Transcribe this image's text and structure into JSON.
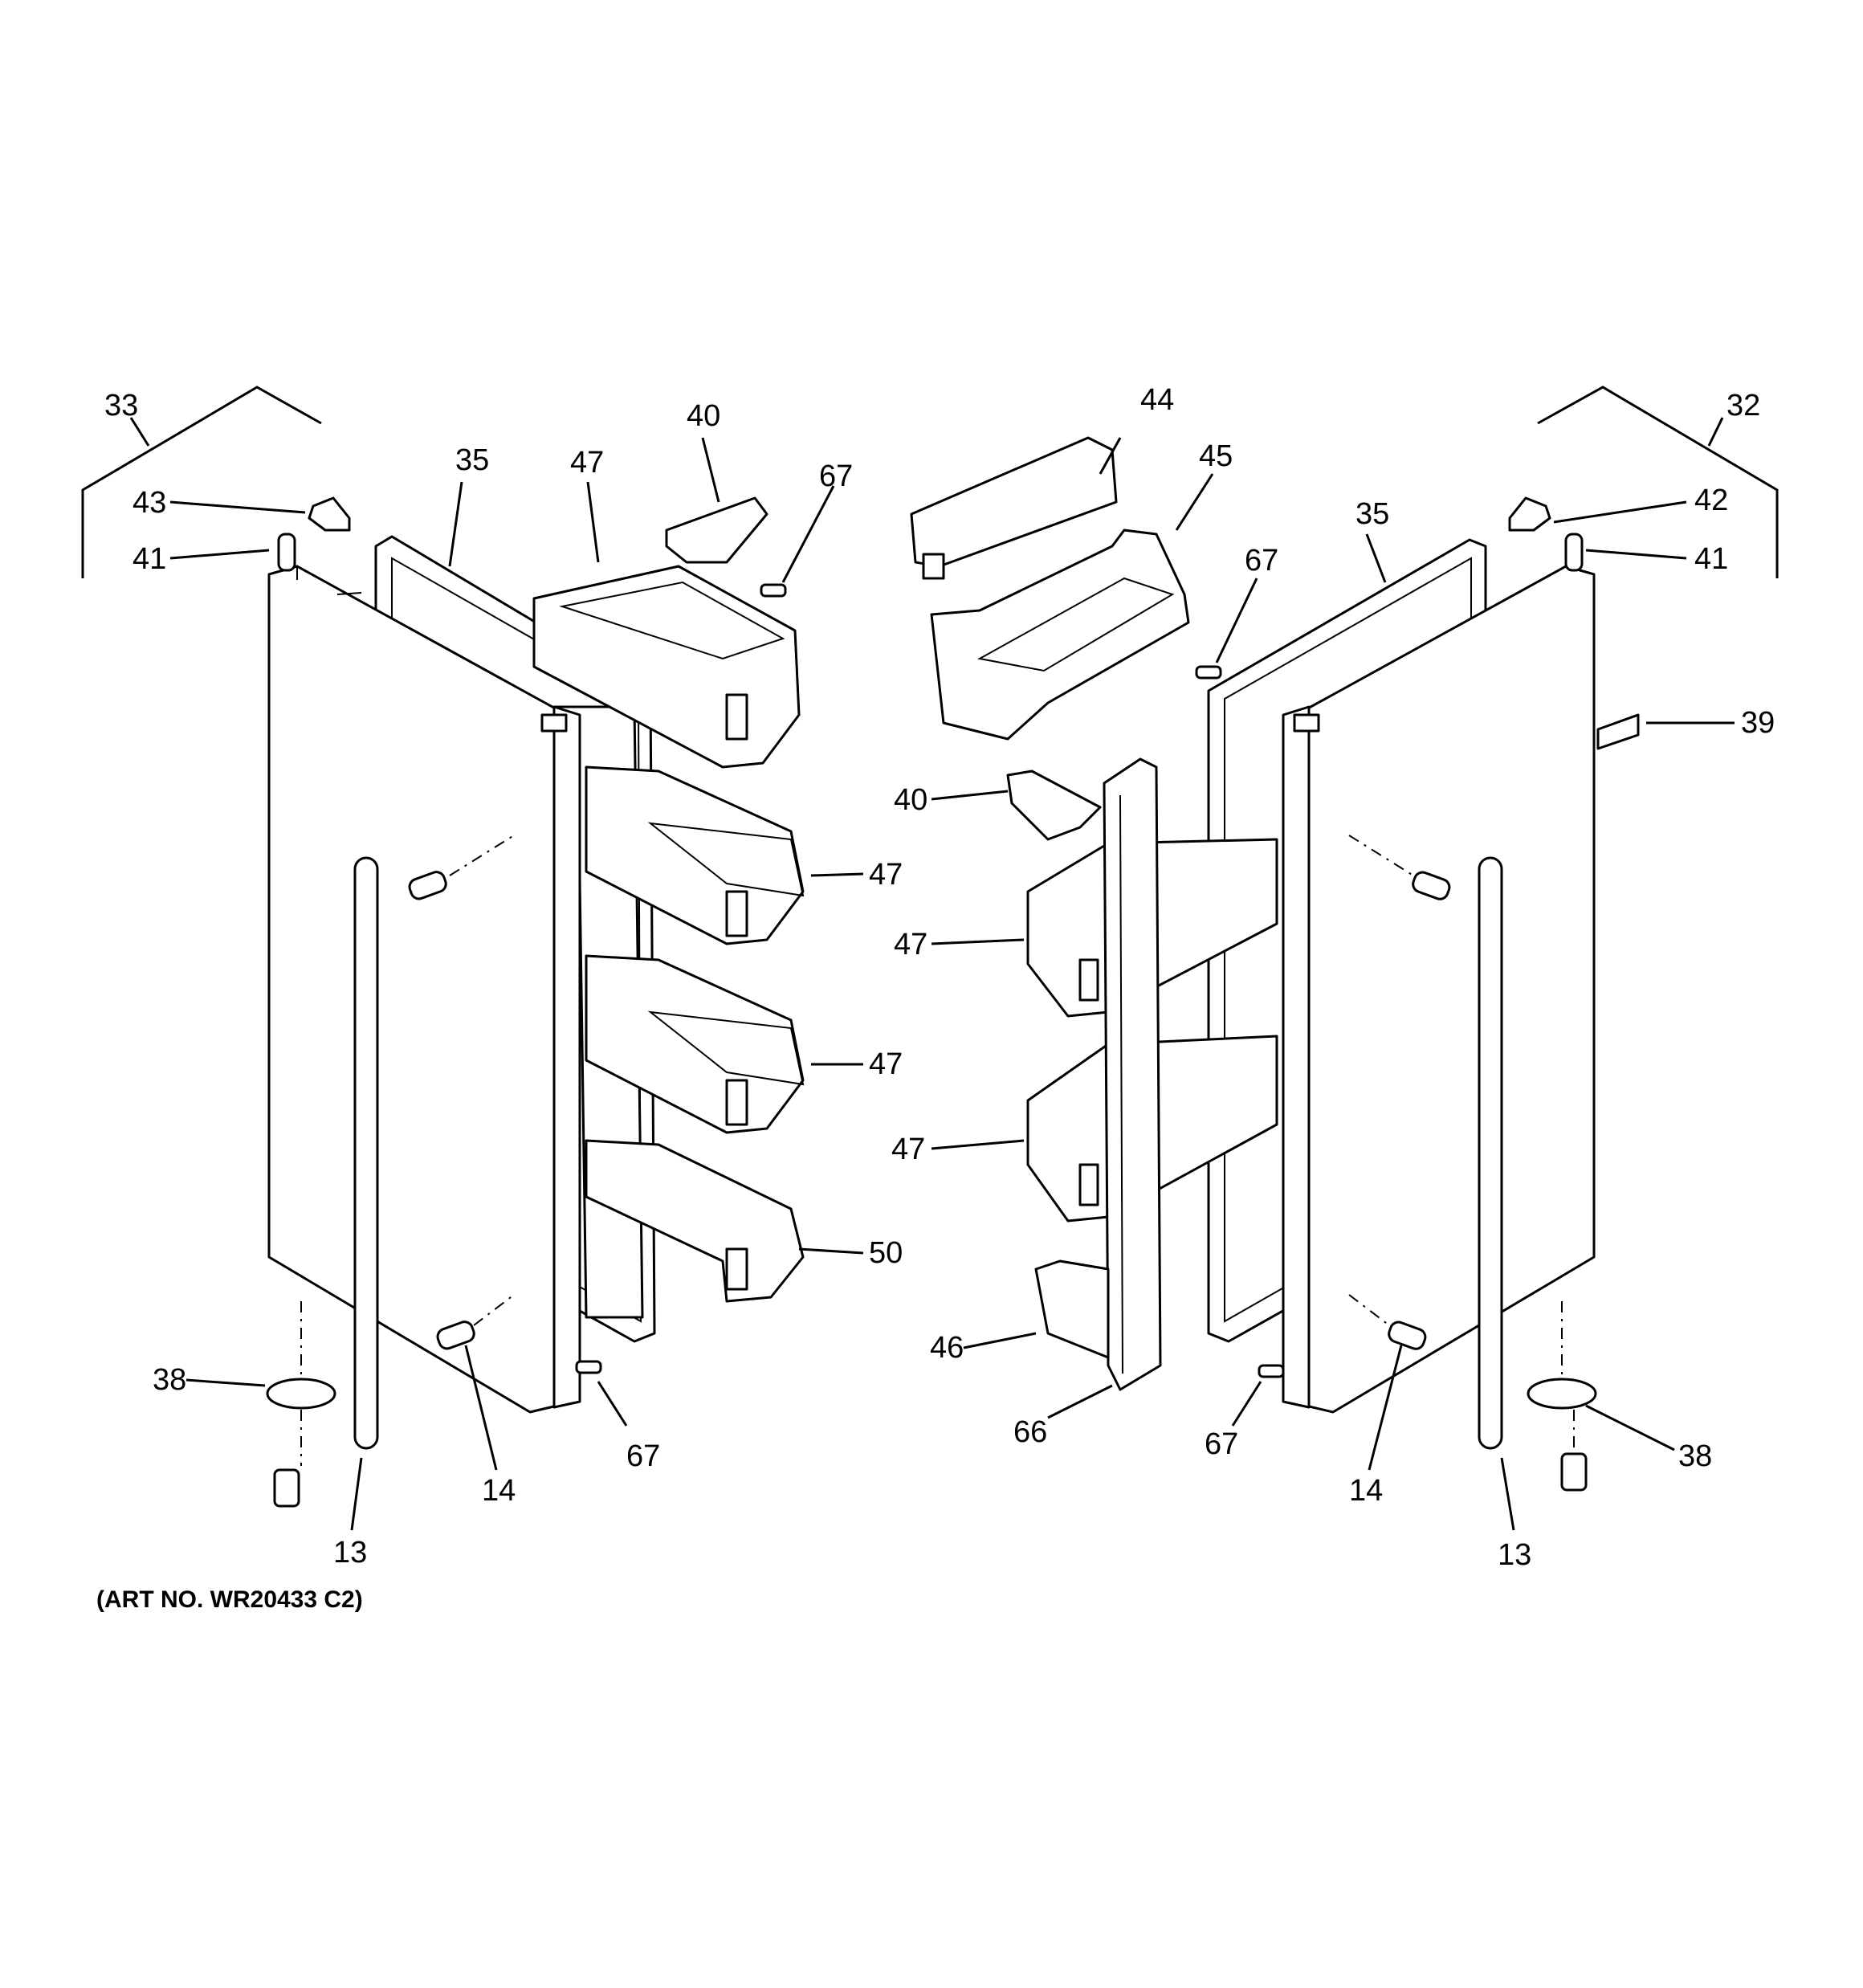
{
  "art_number": "(ART NO. WR20433 C2)",
  "callouts": {
    "c33": "33",
    "c43": "43",
    "c41_left": "41",
    "c35_left": "35",
    "c47_top_left": "47",
    "c40_top": "40",
    "c67_top_left": "67",
    "c47_mid1_left": "47",
    "c47_mid2_left": "47",
    "c50": "50",
    "c38_left": "38",
    "c14_left": "14",
    "c13_left": "13",
    "c67_bottom_left": "67",
    "c44": "44",
    "c45": "45",
    "c67_top_right": "67",
    "c35_right": "35",
    "c32": "32",
    "c42": "42",
    "c41_right": "41",
    "c39": "39",
    "c40_mid": "40",
    "c47_mid1_right": "47",
    "c47_mid2_right": "47",
    "c46": "46",
    "c66": "66",
    "c67_bottom_right": "67",
    "c14_right": "14",
    "c13_right": "13",
    "c38_right": "38"
  }
}
